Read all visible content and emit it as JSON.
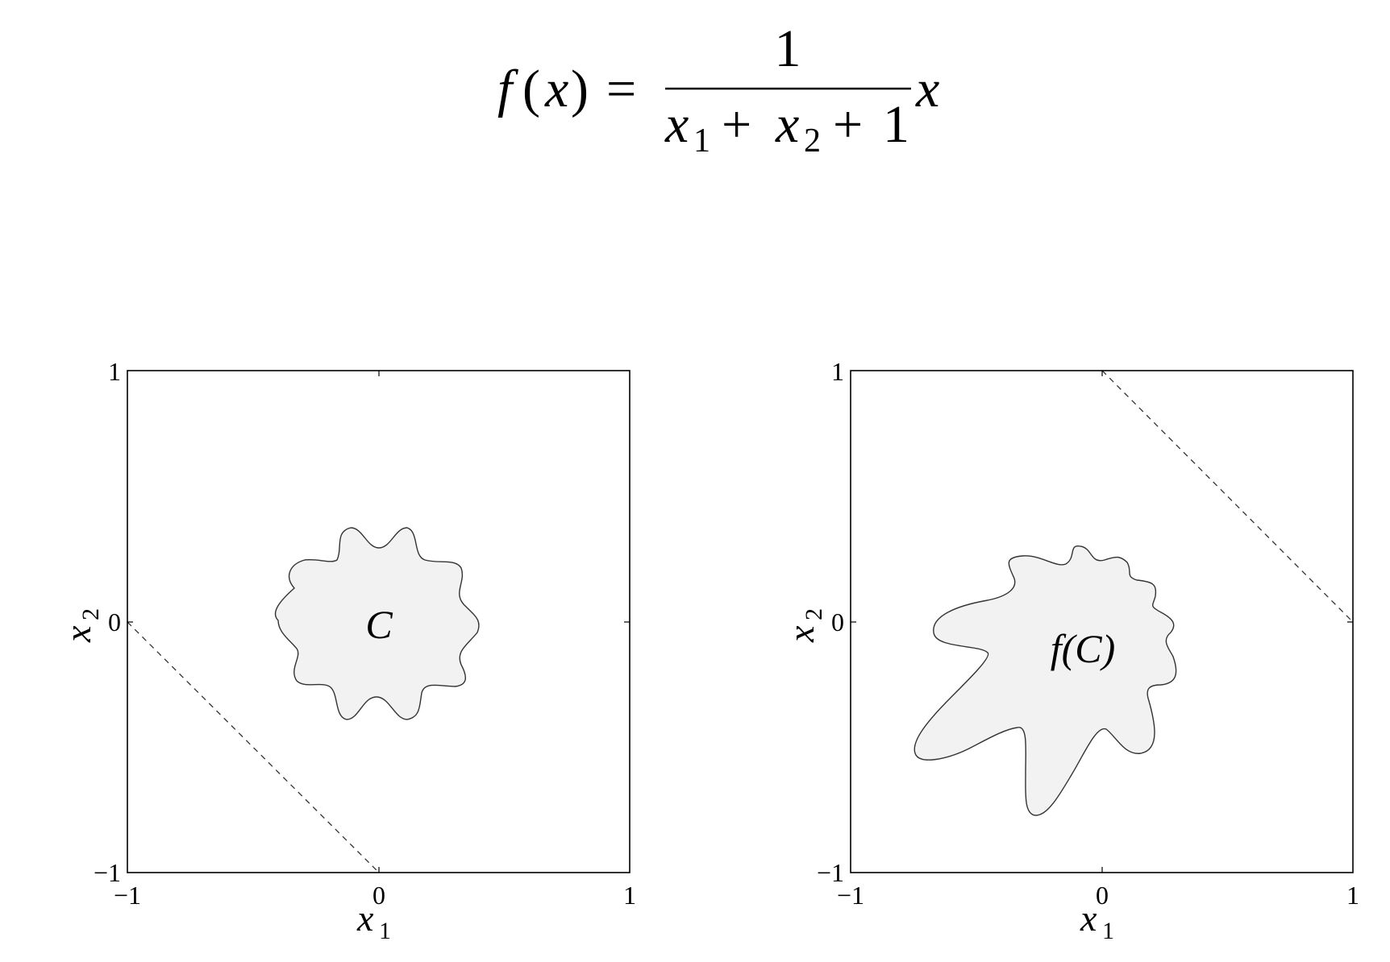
{
  "formula": {
    "lhs_f": "f",
    "lhs_open": "(",
    "lhs_x": "x",
    "lhs_close": ")",
    "equals": "=",
    "numerator": "1",
    "den_x1": "x",
    "den_sub1": "1",
    "den_plus1": "+",
    "den_x2": "x",
    "den_sub2": "2",
    "den_plus2": "+",
    "den_one": "1",
    "trailing_x": "x"
  },
  "panels": [
    {
      "xaxis": {
        "var": "x",
        "sub": "1",
        "ticks": [
          "−1",
          "0",
          "1"
        ]
      },
      "yaxis": {
        "var": "x",
        "sub": "2",
        "ticks": [
          "−1",
          "0",
          "1"
        ]
      },
      "shape_label": "C",
      "dashed_line": {
        "from": [
          -1,
          0
        ],
        "to": [
          0,
          -1
        ]
      }
    },
    {
      "xaxis": {
        "var": "x",
        "sub": "1",
        "ticks": [
          "−1",
          "0",
          "1"
        ]
      },
      "yaxis": {
        "var": "x",
        "sub": "2",
        "ticks": [
          "−1",
          "0",
          "1"
        ]
      },
      "shape_label": "f(C)",
      "dashed_line": {
        "from": [
          0,
          1
        ],
        "to": [
          1,
          0
        ]
      }
    }
  ],
  "colors": {
    "fill": "#f2f2f2",
    "stroke": "#333333",
    "axis": "#000000"
  }
}
